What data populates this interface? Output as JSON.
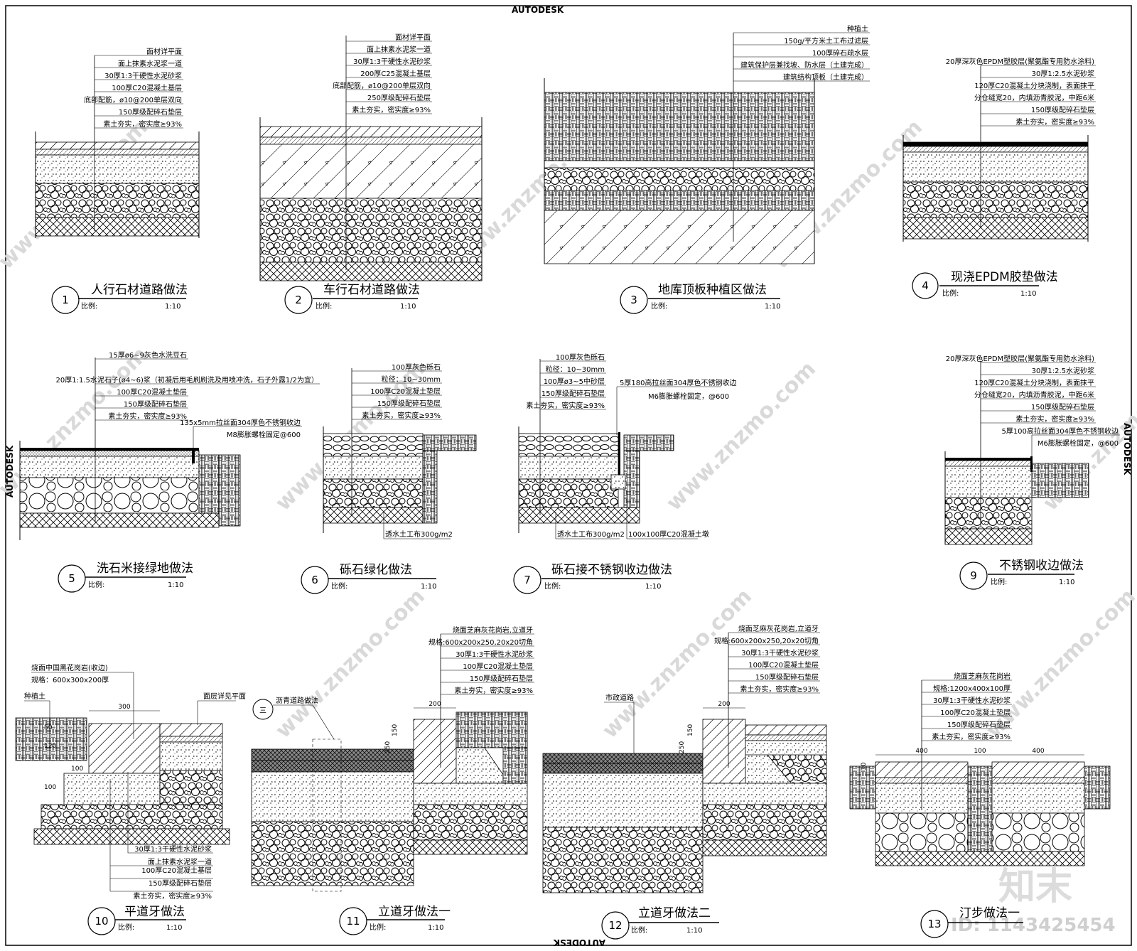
{
  "watermark_brand": "AUTODESK",
  "watermark_site": "www.znzmo.com",
  "watermark_logo": "知末",
  "watermark_id": "ID: 1143425454",
  "scale_label": "比例:",
  "scale_value": "1:10",
  "details": [
    {
      "num": "1",
      "title": "人行石材道路做法",
      "callouts": [
        "面材详平面",
        "面上抹素水泥浆一道",
        "30厚1:3干硬性水泥砂浆",
        "100厚C20混凝土基层",
        "底部配筋，ø10@200单层双向",
        "150厚级配碎石垫层",
        "素土夯实，密实度≥93%"
      ]
    },
    {
      "num": "2",
      "title": "车行石材道路做法",
      "callouts": [
        "面材详平面",
        "面上抹素水泥浆一道",
        "30厚1:3干硬性水泥砂浆",
        "200厚C25混凝土基层",
        "底部配筋，ø10@200单层双向",
        "250厚级配碎石垫层",
        "素土夯实，密实度≥93%"
      ]
    },
    {
      "num": "3",
      "title": "地库顶板种植区做法",
      "callouts": [
        "种植土",
        "150g/平方米土工布过滤层",
        "100厚碎石疏水层",
        "建筑保护层兼找坡、防水层（土建完成）",
        "建筑结构顶板（土建完成）"
      ]
    },
    {
      "num": "4",
      "title": "现浇EPDM胶垫做法",
      "callouts": [
        "20厚深灰色EPDM塑胶层(聚氨酯专用防水涂料)",
        "30厚1:2.5水泥砂浆",
        "120厚C20混凝土分块浇制，表面抹平",
        "分仓缝宽20，内填沥青胶泥，中距6米",
        "150厚级配碎石垫层",
        "素土夯实，密实度≥93%"
      ]
    },
    {
      "num": "5",
      "title": "洗石米接绿地做法",
      "callouts": [
        "15厚ø6~9灰色水洗豆石",
        "20厚1:1.5水泥石子(ø4~6)浆（初凝后用毛刷刷洗及用喷冲洗，石子外露1/2为宜）",
        "100厚C20混凝土垫层",
        "150厚级配碎石垫层",
        "素土夯实，密实度≥93%",
        "135x5mm拉丝面304厚色不锈钢收边",
        "M8膨胀螺栓固定@600"
      ]
    },
    {
      "num": "6",
      "title": "砾石绿化做法",
      "callouts": [
        "100厚灰色砾石",
        "粒径：10~30mm",
        "100厚C20混凝土垫层",
        "150厚级配碎石垫层",
        "素土夯实，密实度≥93%",
        "透水土工布300g/m2"
      ]
    },
    {
      "num": "7",
      "title": "砾石接不锈钢收边做法",
      "callouts": [
        "100厚灰色砾石",
        "粒径：10~30mm",
        "100厚ø3~5中砂层",
        "150厚级配碎石垫层",
        "素土夯实，密实度≥93%",
        "5厚180高拉丝面304厚色不锈钢收边",
        "M6膨胀螺栓固定，@600",
        "透水土工布300g/m2",
        "100x100厚C20混凝土墩"
      ]
    },
    {
      "num": "9",
      "title": "不锈钢收边做法",
      "callouts": [
        "20厚深灰色EPDM塑胶层(聚氨酯专用防水涂料)",
        "30厚1:2.5水泥砂浆",
        "120厚C20混凝土分块浇制，表面抹平",
        "分仓缝宽20，内填沥青胶泥，中距6米",
        "150厚级配碎石垫层",
        "素土夯实，密实度≥93%",
        "5厚100高拉丝面304厚色不锈钢收边",
        "M6膨胀螺栓固定，@600"
      ]
    },
    {
      "num": "10",
      "title": "平道牙做法",
      "callouts": [
        "烧面中国黑花岗岩(收边)",
        "规格：600x300x200厚",
        "种植土",
        "面层详见平面",
        "30厚1:3干硬性水泥砂浆",
        "面上抹素水泥浆一道",
        "100厚C20混凝土基层",
        "150厚级配碎石垫层",
        "素土夯实，密实度≥93%"
      ],
      "dims": [
        "300",
        "50",
        "120",
        "100",
        "100"
      ]
    },
    {
      "num": "11",
      "title": "立道牙做法一",
      "callouts": [
        "烧面芝麻灰花岗岩,立道牙",
        "规格:600x200x250,20x20切角",
        "30厚1:3干硬性水泥砂浆",
        "100厚C20混凝土垫层",
        "150厚级配碎石垫层",
        "素土夯实，密实度≥93%",
        "沥青道路做法"
      ],
      "ref": "三",
      "dims": [
        "200",
        "150",
        "250"
      ]
    },
    {
      "num": "12",
      "title": "立道牙做法二",
      "callouts": [
        "烧面芝麻灰花岗岩,立道牙",
        "规格:600x200x250,20x20切角",
        "30厚1:3干硬性水泥砂浆",
        "100厚C20混凝土垫层",
        "150厚级配碎石垫层",
        "素土夯实，密实度≥93%",
        "市政道路"
      ],
      "dims": [
        "200",
        "150",
        "250"
      ]
    },
    {
      "num": "13",
      "title": "汀步做法一",
      "callouts": [
        "烧面芝麻灰花岗岩",
        "规格:1200x400x100厚",
        "30厚1:3干硬性水泥砂浆",
        "100厚C20混凝土垫层",
        "150厚级配碎石垫层",
        "素土夯实，密实度≥93%"
      ],
      "dims": [
        "400",
        "100",
        "400",
        "30"
      ]
    }
  ]
}
